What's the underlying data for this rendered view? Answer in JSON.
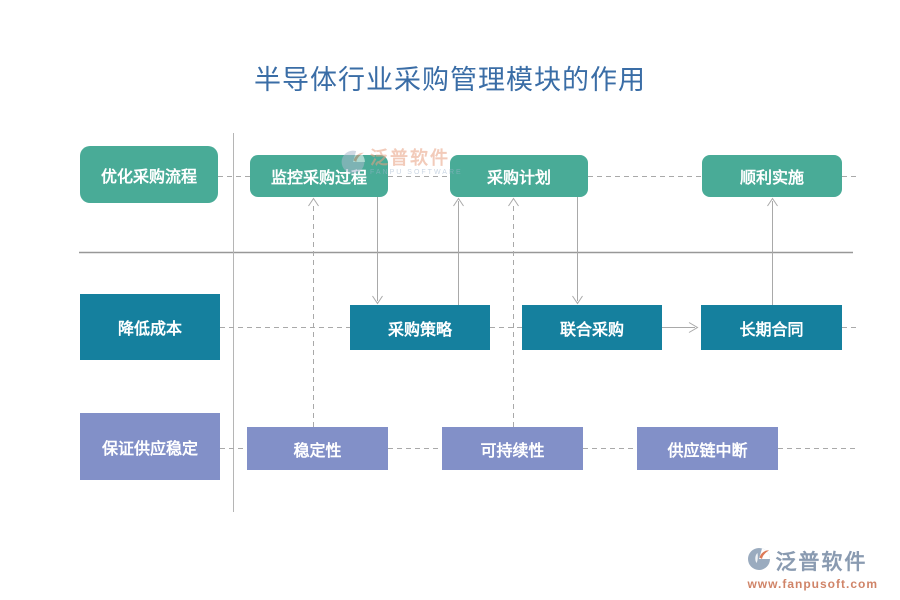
{
  "title": "半导体行业采购管理模块的作用",
  "rows": [
    {
      "theme": "green",
      "items": [
        {
          "label": "优化采购流程"
        },
        {
          "label": "监控采购过程"
        },
        {
          "label": "采购计划"
        },
        {
          "label": "顺利实施"
        }
      ]
    },
    {
      "theme": "teal",
      "items": [
        {
          "label": "降低成本"
        },
        {
          "label": "采购策略"
        },
        {
          "label": "联合采购"
        },
        {
          "label": "长期合同"
        }
      ]
    },
    {
      "theme": "purple",
      "items": [
        {
          "label": "保证供应稳定"
        },
        {
          "label": "稳定性"
        },
        {
          "label": "可持续性"
        },
        {
          "label": "供应链中断"
        }
      ]
    }
  ],
  "connections": [
    {
      "from": "监控采购过程",
      "to": "采购策略",
      "style": "solid-arrow-down"
    },
    {
      "from": "采购策略",
      "to": "采购计划",
      "style": "solid-arrow-up"
    },
    {
      "from": "采购计划",
      "to": "联合采购",
      "style": "solid-arrow-down"
    },
    {
      "from": "联合采购",
      "to": "长期合同",
      "style": "solid-arrow-right"
    },
    {
      "from": "长期合同",
      "to": "顺利实施",
      "style": "solid-arrow-up"
    },
    {
      "from": "稳定性",
      "to": "监控采购过程",
      "style": "dashed-arrow-up"
    },
    {
      "from": "可持续性",
      "to": "采购计划",
      "style": "dashed-arrow-up"
    },
    {
      "from": "优化采购流程",
      "to": "监控采购过程",
      "style": "dashed-link"
    },
    {
      "from": "降低成本",
      "to": "采购策略",
      "style": "dashed-link"
    },
    {
      "from": "保证供应稳定",
      "to": "稳定性",
      "style": "dashed-link"
    }
  ],
  "watermark": {
    "brand": "泛普软件",
    "sub": "FANPU SOFTWARE"
  },
  "footer": {
    "brand": "泛普软件",
    "url": "www.fanpusoft.com"
  },
  "colors": {
    "row_green": "#49ab97",
    "row_teal": "#15809e",
    "row_purple": "#8290c8",
    "title_blue": "#3a6da6",
    "connector_gray": "#a9a9a9",
    "footer_brand": "#8a9bb1",
    "footer_url": "#d08468"
  }
}
